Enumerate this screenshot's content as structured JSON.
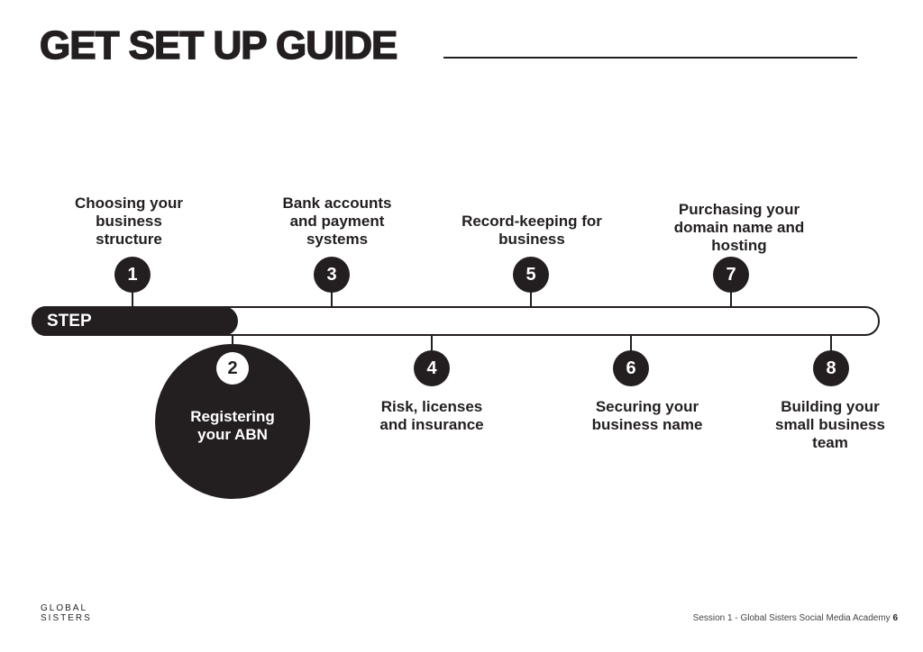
{
  "title": "GET SET UP GUIDE",
  "step_label": "STEP",
  "steps": [
    {
      "num": "1",
      "label": "Choosing your business structure"
    },
    {
      "num": "2",
      "label": "Registering your ABN"
    },
    {
      "num": "3",
      "label": "Bank accounts and payment systems"
    },
    {
      "num": "4",
      "label": "Risk, licenses and insurance"
    },
    {
      "num": "5",
      "label": "Record-keeping for business"
    },
    {
      "num": "6",
      "label": "Securing your business name"
    },
    {
      "num": "7",
      "label": "Purchasing your domain name and hosting"
    },
    {
      "num": "8",
      "label": "Building your small business team"
    }
  ],
  "current_step": 2,
  "footer": {
    "text": "Session 1 - Global Sisters Social Media Academy",
    "page": "6"
  },
  "logo": {
    "line1": "GLOBAL",
    "line2": "SISTERS"
  }
}
